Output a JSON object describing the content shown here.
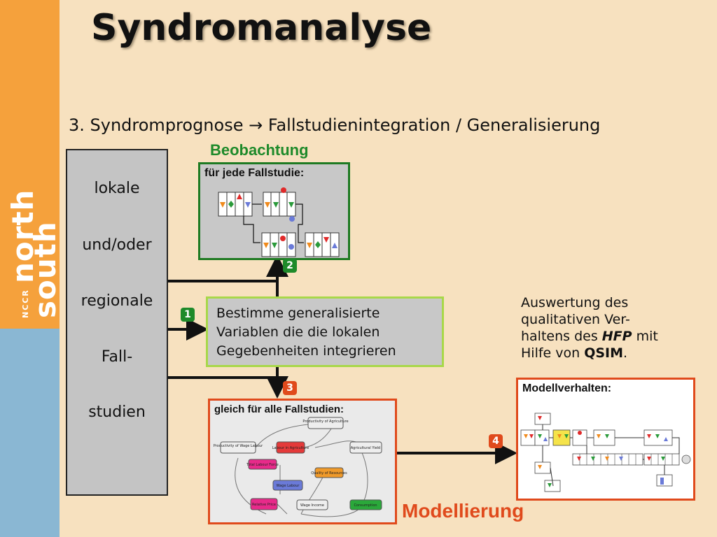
{
  "title": "Syndromanalyse",
  "subtitle": "3. Syndromprognose → Fallstudienintegration / Generalisierung",
  "left_box": [
    "lokale",
    "und/oder",
    "regionale",
    "Fall-",
    "studien"
  ],
  "observation": {
    "heading": "Beobachtung",
    "caption": "für jede Fallstudie:"
  },
  "generalize": {
    "lines": [
      "Bestimme generalisierte",
      "Variablen die die lokalen",
      "Gegebenheiten integrieren"
    ]
  },
  "model": {
    "caption": "gleich für alle Fallstudien:",
    "nodes": [
      "Productivity of Agriculture",
      "Productivity of Wage Labour",
      "Labour in Agriculture",
      "Agricultural Yield",
      "Total Labour Force",
      "Quality of Resources",
      "Wage Labour",
      "Relative Price",
      "Wage Income",
      "Consumption"
    ]
  },
  "evaluation": {
    "line1": "Auswertung des",
    "line2": "qualitativen Ver-",
    "line3_pre": "haltens des ",
    "line3_em": "HFP",
    "line3_post": " mit",
    "line4_pre": "Hilfe von ",
    "line4_em": "QSIM",
    "line4_post": "."
  },
  "behavior": {
    "caption": "Modellverhalten:"
  },
  "modelling_label": "Modellierung",
  "steps": [
    "1",
    "2",
    "3",
    "4"
  ],
  "logo": {
    "top": "north",
    "bottom": "south",
    "small": "NCCR"
  },
  "colors": {
    "green": "#1e8a2a",
    "orange": "#e04a1c",
    "sidebar_orange": "#f5a13c",
    "sidebar_blue": "#8ab7d3"
  }
}
